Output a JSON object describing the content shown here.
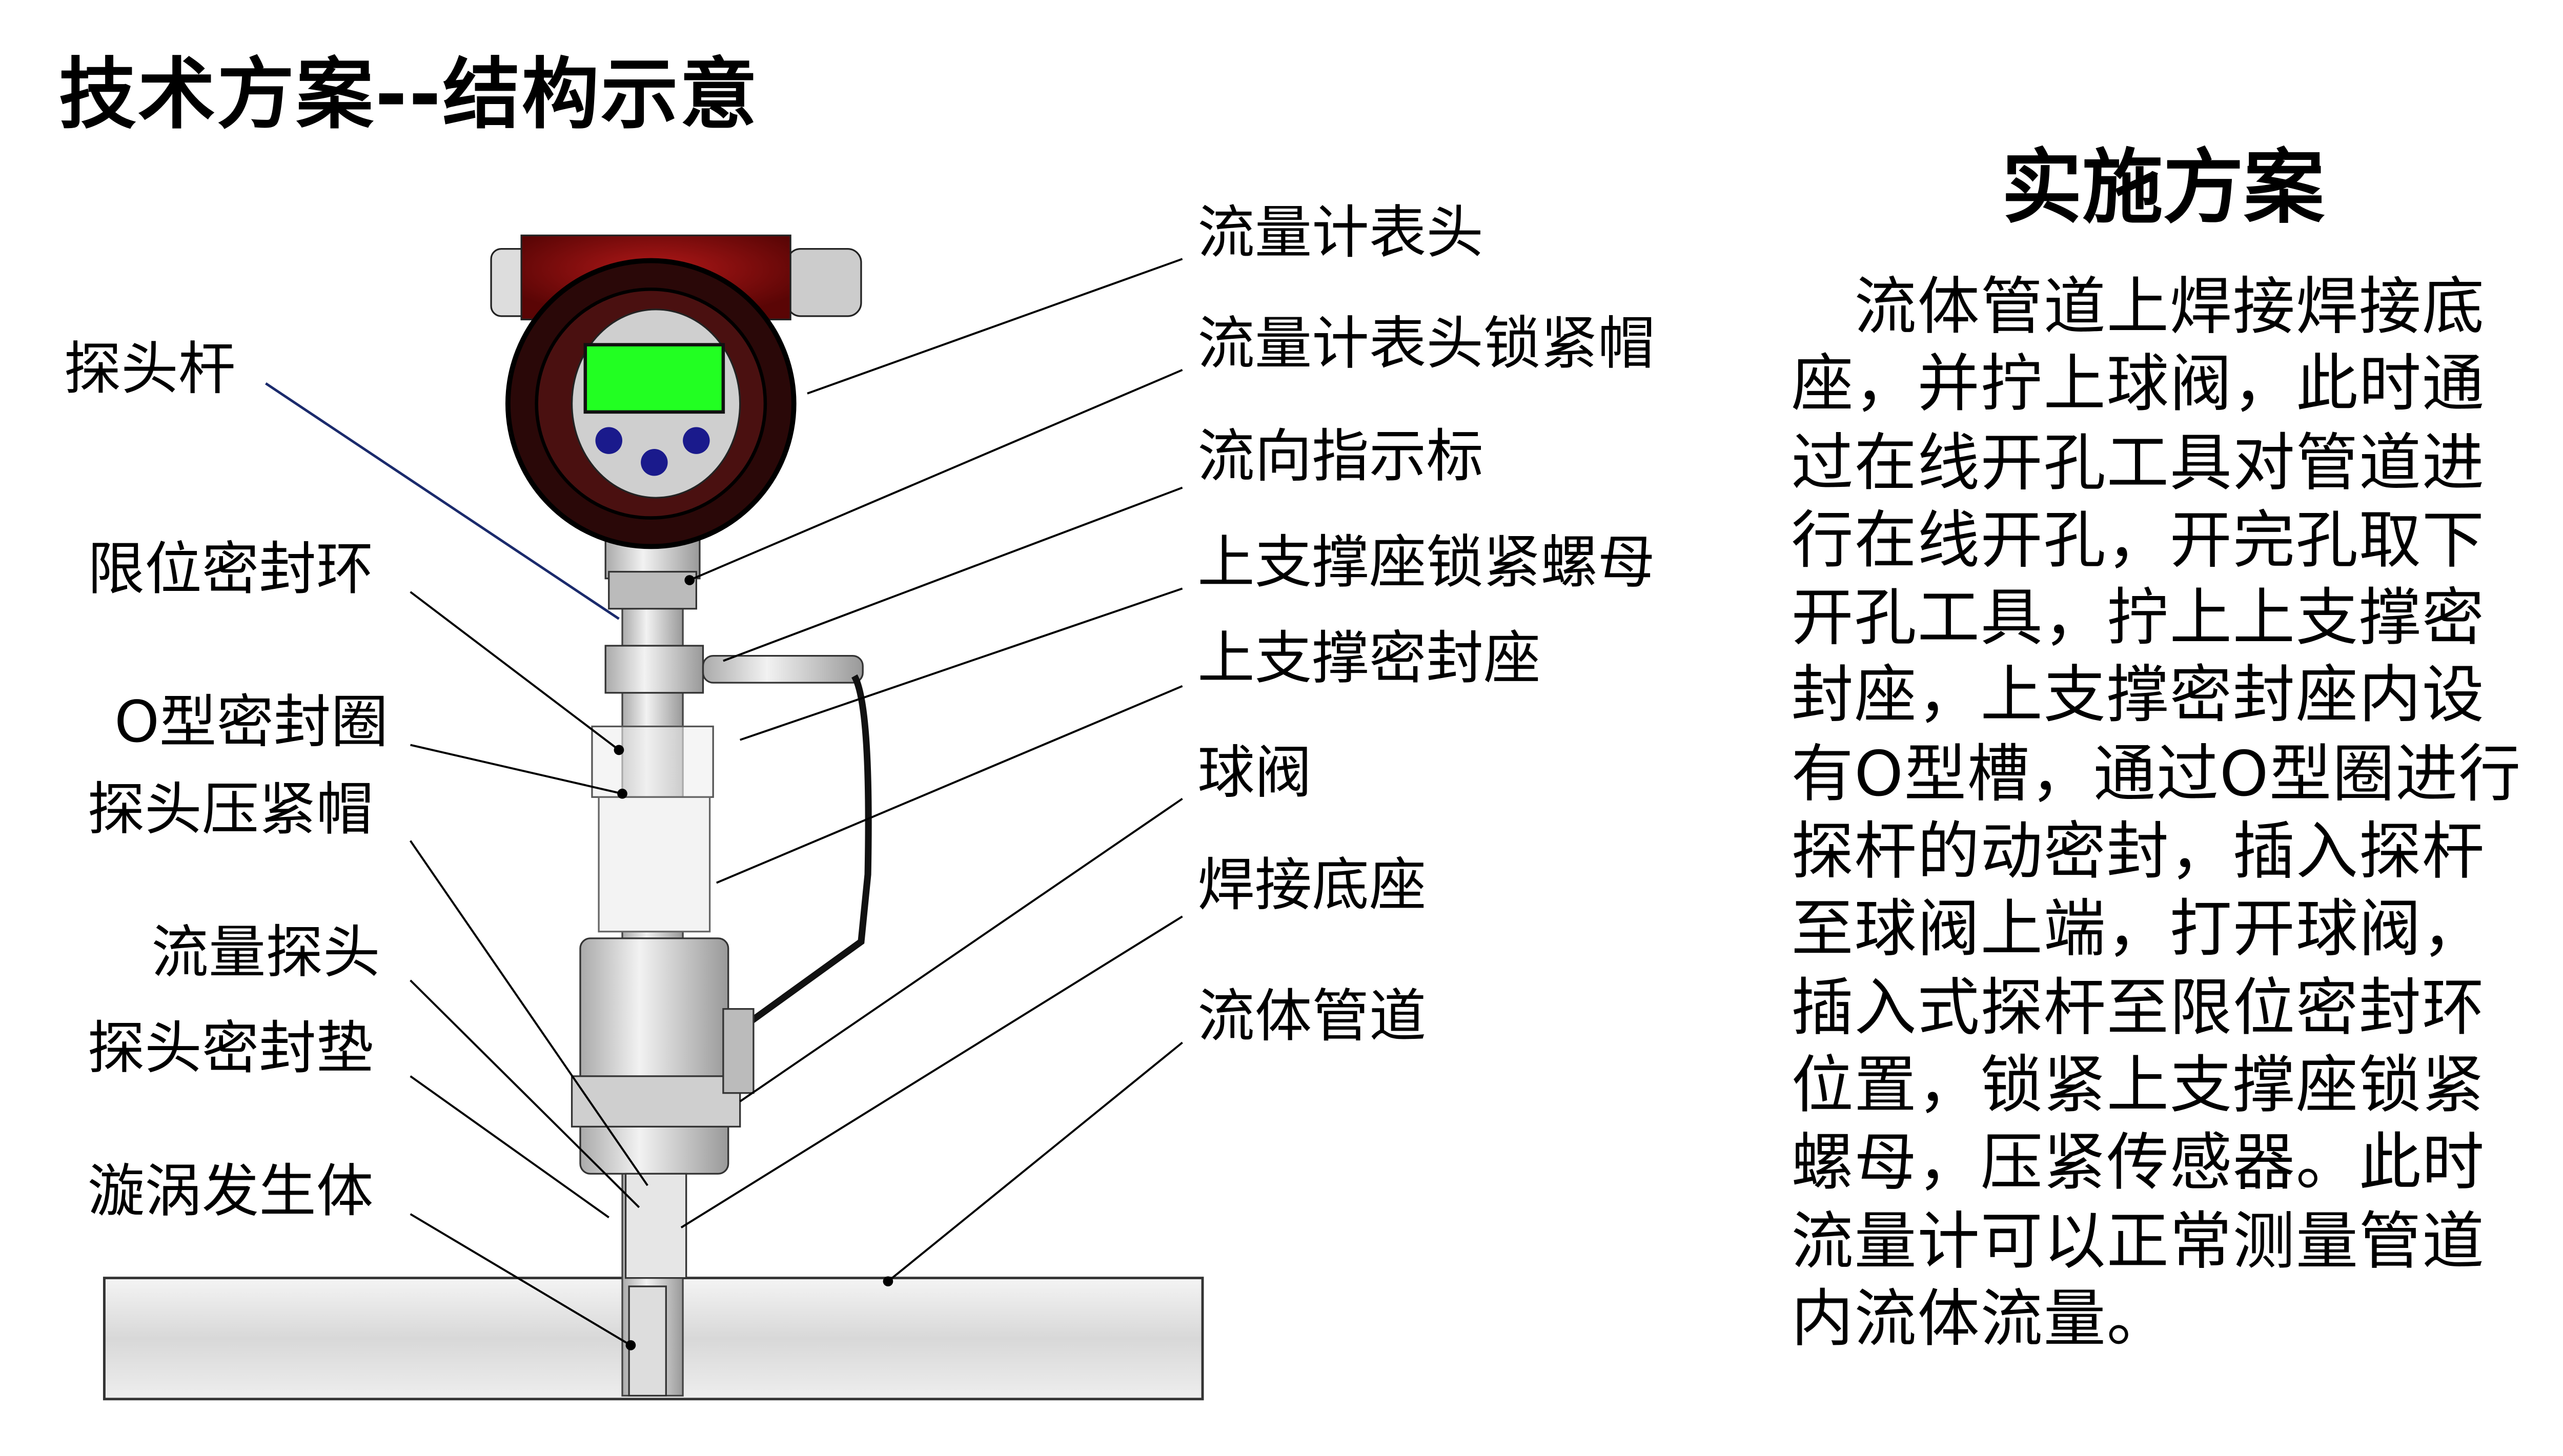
{
  "header": {
    "title": "技术方案--结构示意"
  },
  "left_labels": [
    "探头杆",
    "限位密封环",
    "O型密封圈",
    "探头压紧帽",
    "流量探头",
    "探头密封垫",
    "漩涡发生体"
  ],
  "right_labels": [
    "流量计表头",
    "流量计表头锁紧帽",
    "流向指示标",
    "上支撑座锁紧螺母",
    "上支撑密封座",
    "球阀",
    "焊接底座",
    "流体管道"
  ],
  "implementation": {
    "title": "实施方案",
    "lines": [
      "　流体管道上焊接焊接底",
      "座，并拧上球阀，此时通",
      "过在线开孔工具对管道进",
      "行在线开孔，开完孔取下",
      "开孔工具，拧上上支撑密",
      "封座，上支撑密封座内设",
      "有O型槽，通过O型圈进行",
      "探杆的动密封，插入探杆",
      "至球阀上端，打开球阀，",
      "插入式探杆至限位密封环",
      "位置，锁紧上支撑座锁紧",
      "螺母，压紧传感器。此时",
      "流量计可以正常测量管道",
      "内流体流量。"
    ]
  },
  "colors": {
    "housing": "#8b0d0d",
    "display": "#22ff22",
    "buttons": "#1a1a8c",
    "leader": "#000000",
    "probe_leader": "#1a2a6c"
  }
}
